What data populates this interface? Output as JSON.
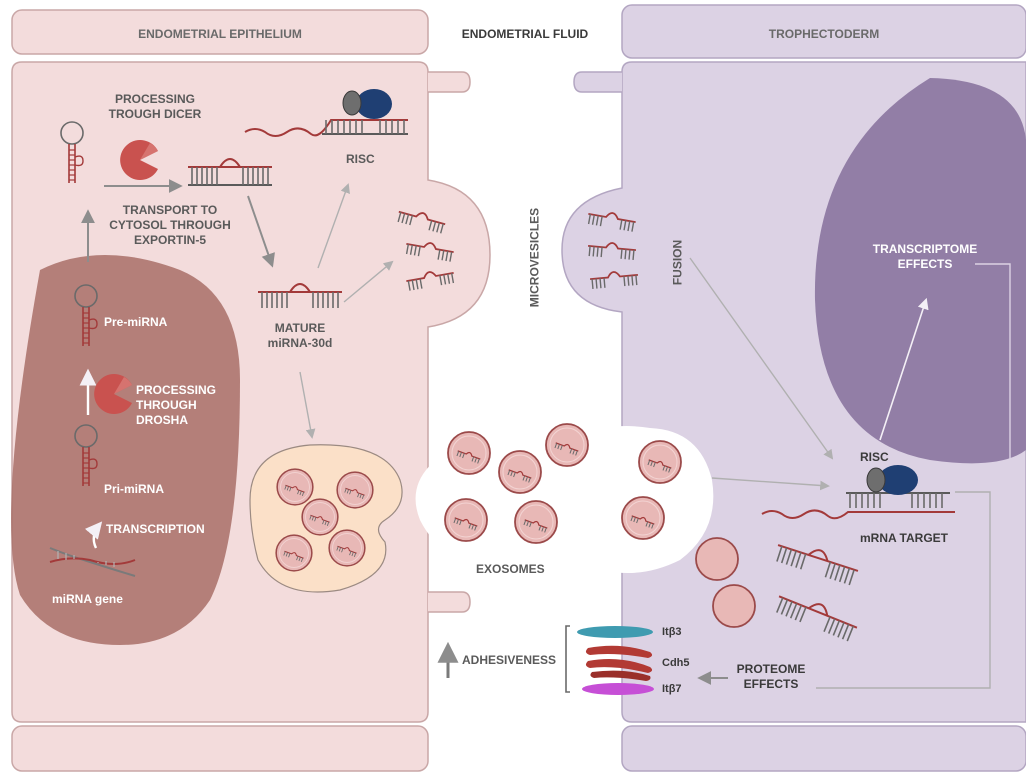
{
  "headers": {
    "left": "ENDOMETRIAL EPITHELIUM",
    "center": "ENDOMETRIAL FLUID",
    "right": "TROPHECTODERM"
  },
  "labels": {
    "processing_dicer": "PROCESSING\nTROUGH DICER",
    "risc_left": "RISC",
    "transport": "TRANSPORT TO\nCYTOSOL THROUGH\nEXPORTIN-5",
    "pre_mirna": "Pre-miRNA",
    "mature": "MATURE\nmiRNA-30d",
    "processing_drosha": "PROCESSING\nTHROUGH\nDROSHA",
    "pri_mirna": "Pri-miRNA",
    "transcription": "TRANSCRIPTION",
    "mirna_gene": "miRNA gene",
    "microvesicles": "MICROVESICLES",
    "fusion": "FUSION",
    "exosomes": "EXOSOMES",
    "transcriptome": "TRANSCRIPTOME\nEFFECTS",
    "risc_right": "RISC",
    "mrna_target": "mRNA TARGET",
    "adhesiveness": "ADHESIVENESS",
    "proteome": "PROTEOME\nEFFECTS",
    "itb3": "Itβ3",
    "cdh5": "Cdh5",
    "itb7": "Itβ7"
  },
  "colors": {
    "epithelium": "#f3dcdc",
    "epithelium_border": "#c9a7a7",
    "nucleus_left": "#a86f67",
    "trophectoderm": "#dcd2e4",
    "trophectoderm_border": "#b3a6c2",
    "nucleus_right": "#927ea6",
    "exosome": "#e8b8b6",
    "exosome_border": "#9b4a4a",
    "vesicle_mass": "#fbe0c8",
    "rna": "#a33a3a",
    "risc_dark": "#1f3f73",
    "risc_grey": "#6e6e6e",
    "arrow": "#8d8d8d",
    "itb3": "#3f9bb0",
    "cdh5": "#b23a34",
    "itb7": "#c64fd6"
  }
}
